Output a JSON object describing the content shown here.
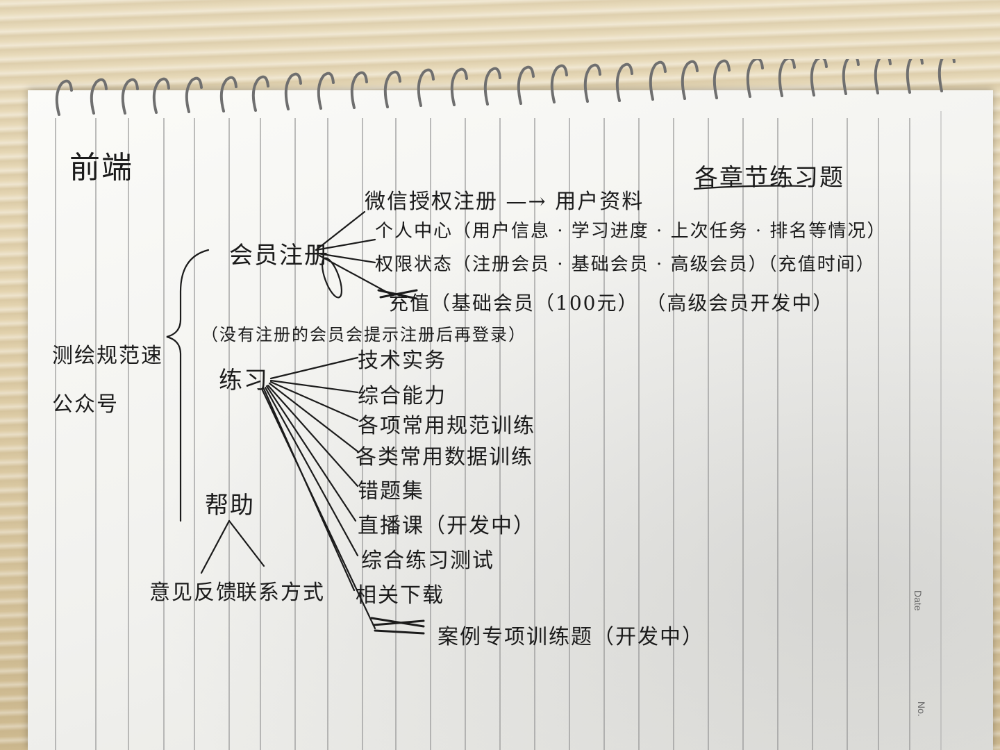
{
  "notebook": {
    "printed_date_label": "Date",
    "printed_no_label": "No."
  },
  "notes": {
    "title": "前端",
    "root": "测绘规范速公众号",
    "right_header": "各章节练习题",
    "branches": [
      {
        "label": "会员注册",
        "items": [
          "微信授权注册 —→ 用户资料",
          "个人中心（用户信息 · 学习进度 · 上次任务 · 排名等情况）",
          "权限状态（注册会员 · 基础会员 · 高级会员）（充值时间）",
          "充值（基础会员（100元） （高级会员开发中）"
        ]
      },
      {
        "label": "练习",
        "note": "（没有注册的会员会提示注册后再登录）",
        "items": [
          "技术实务",
          "综合能力",
          "各项常用规范训练",
          "各类常用数据训练",
          "错题集",
          "直播课（开发中）",
          "综合练习测试",
          "相关下载",
          "案例专项训练题（开发中）"
        ]
      },
      {
        "label": "帮助",
        "items": [
          "意见反馈",
          "联系方式"
        ]
      }
    ]
  },
  "colors": {
    "ink": "#1b1b1b",
    "paper": "#f6f6f3",
    "rule_line": "#9a9a9a",
    "desk": "#e5d6b3"
  }
}
